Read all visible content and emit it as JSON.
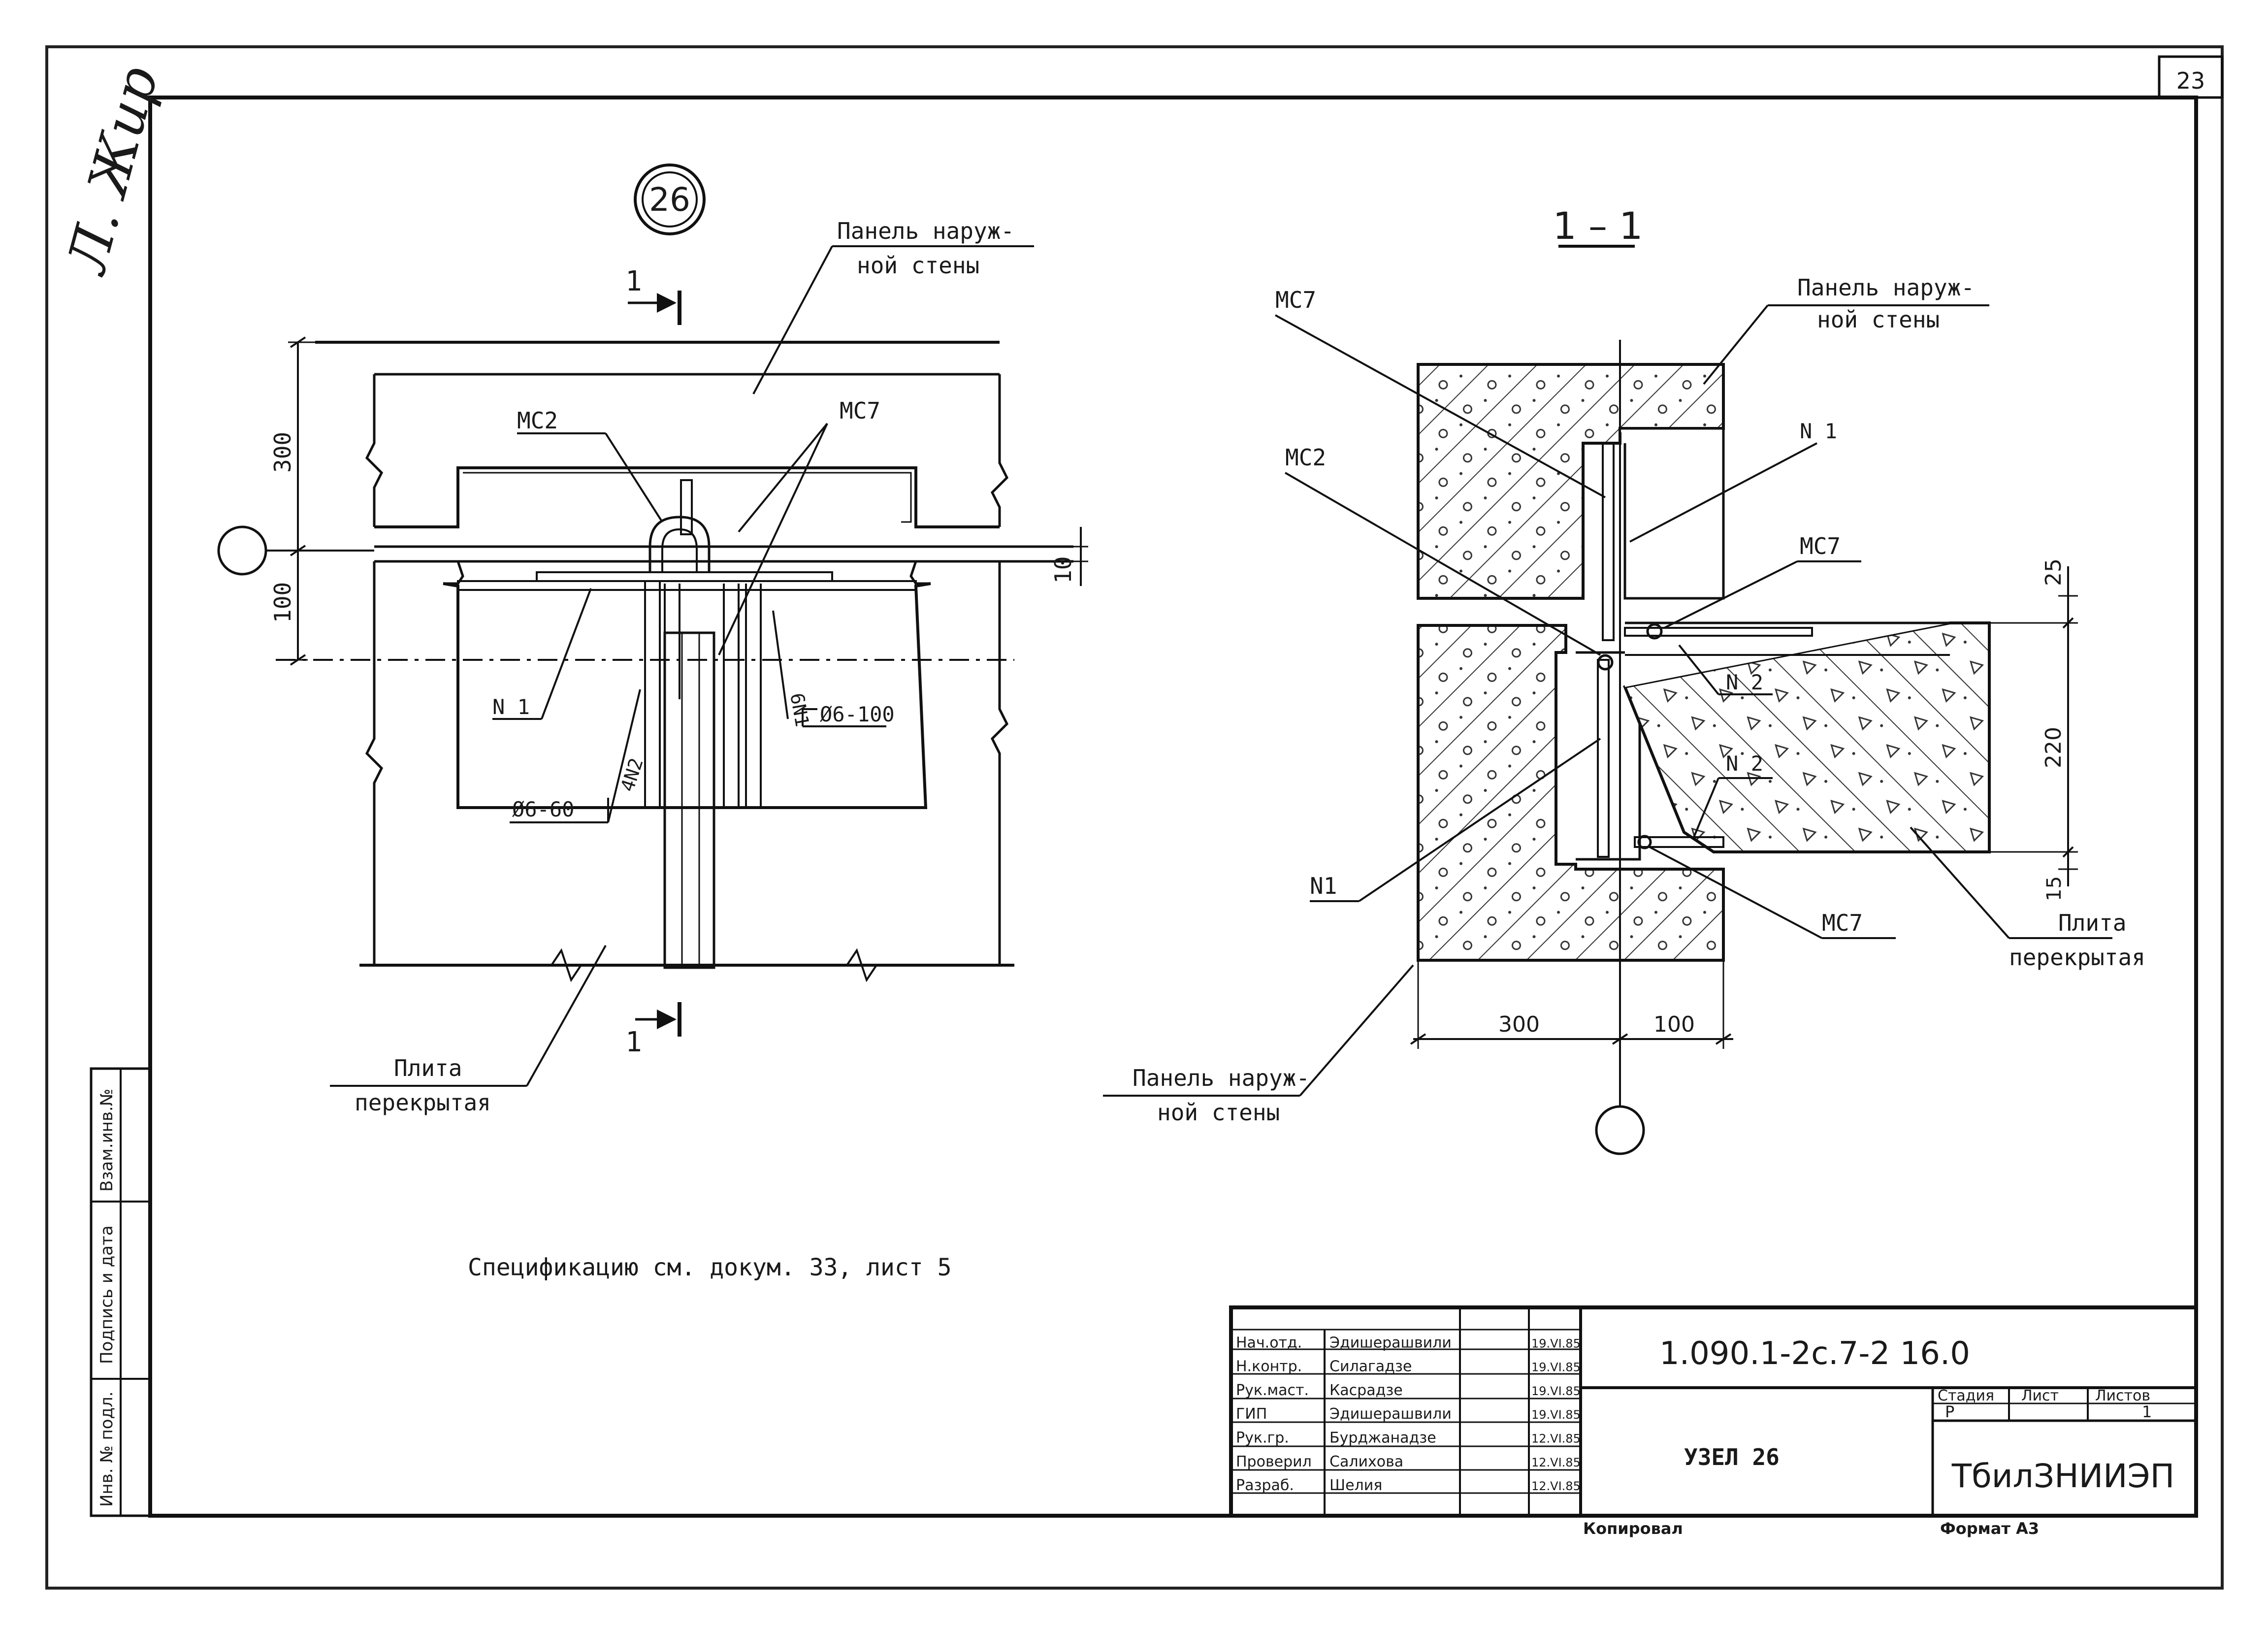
{
  "sheet": {
    "page_number": "23",
    "margin_signature": "Л. Жир"
  },
  "plan_view": {
    "node_number": "26",
    "section_cut_label": "1",
    "labels": {
      "panel_outer_wall": [
        "Панель наруж-",
        "ной стены"
      ],
      "floor_slab": [
        "Плита",
        "перекрытая"
      ],
      "mc2": "МС2",
      "mc7": "МС7",
      "n1": "N 1",
      "n2_4": "4N2",
      "n1_6": "6N1",
      "rebar_d6_100": "Ø6-100",
      "rebar_d6_60": "Ø6-60"
    },
    "dimensions": {
      "d300": "300",
      "d100": "100",
      "d10": "10"
    }
  },
  "section_view": {
    "title": "1 – 1",
    "labels": {
      "mc7_top": "МС7",
      "mc2": "МС2",
      "panel_outer_wall_top": [
        "Панель наруж-",
        "ной стены"
      ],
      "n1_top": "N 1",
      "mc7_mid": "МС7",
      "n2_upper": "N 2",
      "n2_lower": "N 2",
      "n1_left": "N1",
      "mc7_bottom": "МС7",
      "floor_slab": [
        "Плита",
        "перекрытая"
      ],
      "panel_outer_wall_bottom": [
        "Панель наруж-",
        "ной стены"
      ]
    },
    "dimensions": {
      "d300": "300",
      "d100": "100",
      "d25": "25",
      "d220": "220",
      "d15": "15"
    }
  },
  "spec_note": "Спецификацию см. докум. 33, лист 5",
  "side_stamp": [
    "Инв. № подл.",
    "Подпись и дата",
    "Взам.инв.№"
  ],
  "title_block": {
    "document_code": "1.090.1-2с.7-2 16.0",
    "drawing_name": "УЗЕЛ 26",
    "organization": "ТбилЗНИИЭП",
    "stage_header": "Стадия",
    "sheet_header": "Лист",
    "sheets_header": "Листов",
    "stage_value": "Р",
    "sheets_value": "1",
    "people": [
      {
        "role": "Нач.отд.",
        "name": "Эдишерашвили",
        "date": "19.VI.85"
      },
      {
        "role": "Н.контр.",
        "name": "Силагадзе",
        "date": "19.VI.85"
      },
      {
        "role": "Рук.маст.",
        "name": "Касрадзе",
        "date": "19.VI.85"
      },
      {
        "role": "ГИП",
        "name": "Эдишерашвили",
        "date": "19.VI.85"
      },
      {
        "role": "Рук.гр.",
        "name": "Бурджанадзе",
        "date": "12.VI.85"
      },
      {
        "role": "Проверил",
        "name": "Салихова",
        "date": "12.VI.85"
      },
      {
        "role": "Разраб.",
        "name": "Шелия",
        "date": "12.VI.85"
      }
    ],
    "copied_label": "Копировал",
    "format_label": "Формат А3"
  }
}
